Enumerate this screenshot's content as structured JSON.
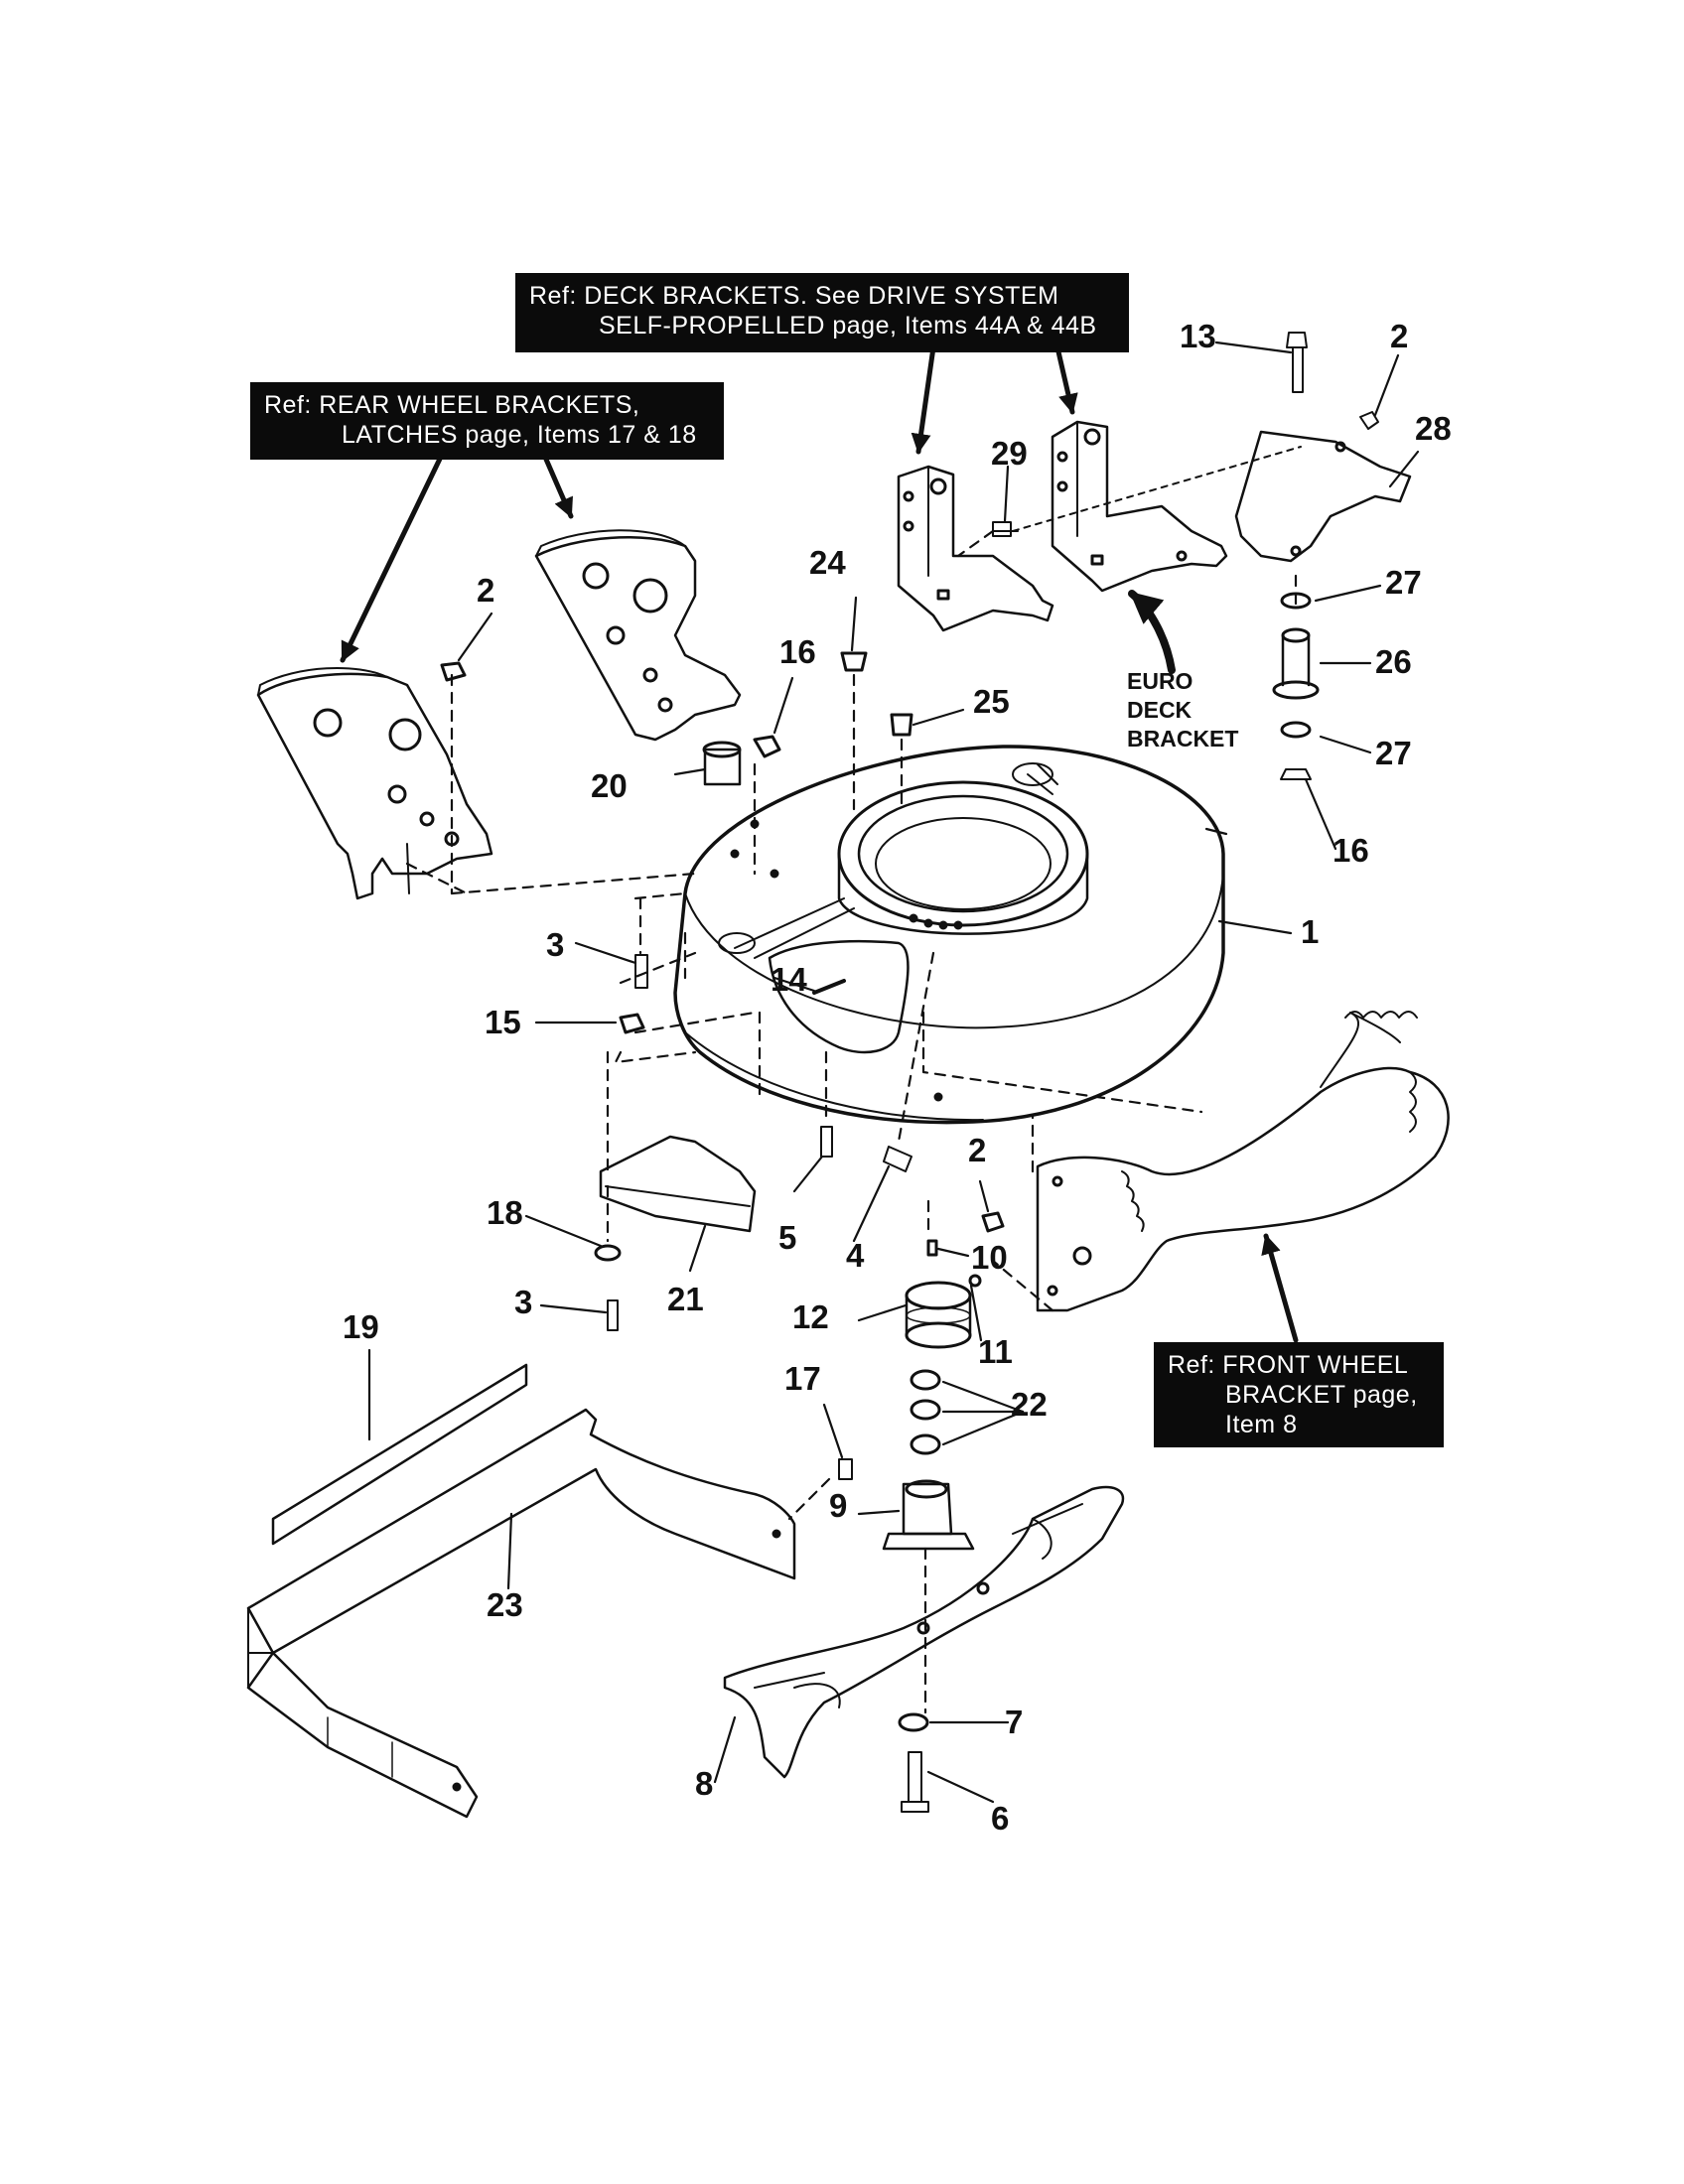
{
  "refs": {
    "deck_brackets": {
      "line1": "Ref: DECK BRACKETS. See DRIVE SYSTEM",
      "line2": "SELF-PROPELLED page, Items 44A & 44B"
    },
    "rear_wheel": {
      "line1": "Ref: REAR WHEEL BRACKETS,",
      "line2": "LATCHES page, Items 17 & 18"
    },
    "front_wheel": {
      "line1": "Ref: FRONT WHEEL",
      "line2": "BRACKET page,",
      "line3": "Item 8"
    }
  },
  "euro_deck_bracket": [
    "EURO",
    "DECK",
    "BRACKET"
  ],
  "part_numbers": {
    "n1": "1",
    "n2a": "2",
    "n2b": "2",
    "n2c": "2",
    "n3a": "3",
    "n3b": "3",
    "n4": "4",
    "n5": "5",
    "n6": "6",
    "n7": "7",
    "n8": "8",
    "n9": "9",
    "n10": "10",
    "n11": "11",
    "n12": "12",
    "n13": "13",
    "n14": "14",
    "n15": "15",
    "n16a": "16",
    "n16b": "16",
    "n17": "17",
    "n18": "18",
    "n19": "19",
    "n20": "20",
    "n21": "21",
    "n22": "22",
    "n23": "23",
    "n24": "24",
    "n25": "25",
    "n26": "26",
    "n27a": "27",
    "n27b": "27",
    "n28": "28",
    "n29": "29"
  }
}
